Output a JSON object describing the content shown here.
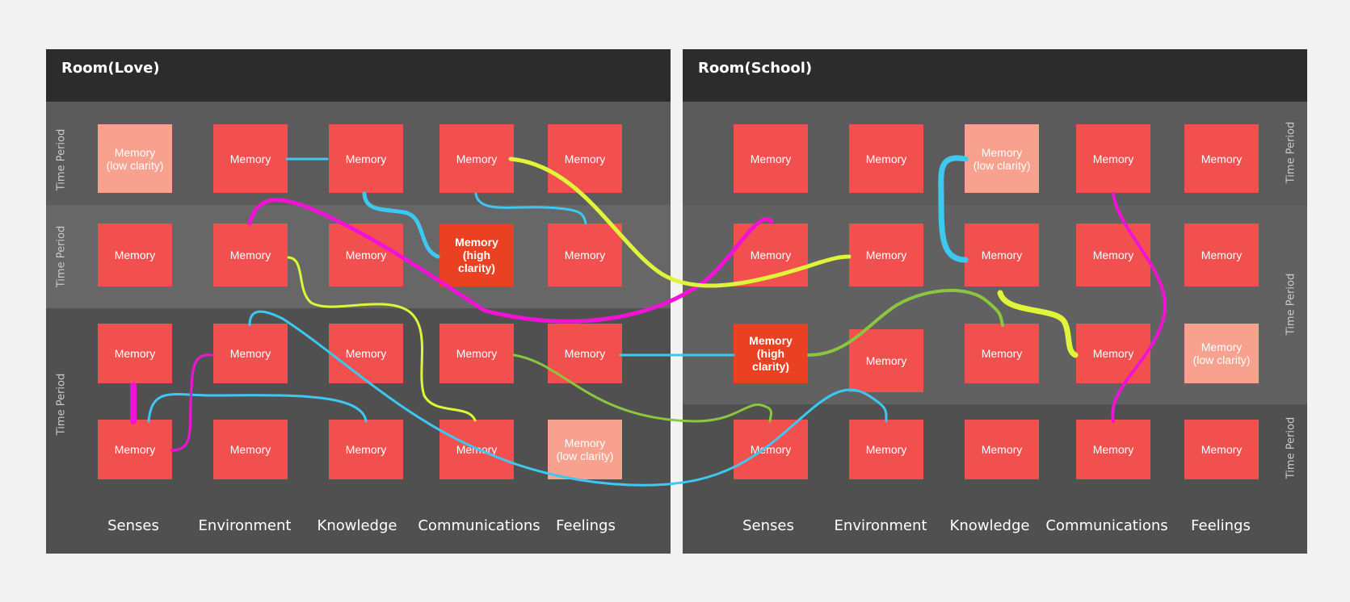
{
  "rooms": [
    {
      "title": "Room(Love)",
      "time_period_label": "Time Period",
      "columns": [
        "Senses",
        "Environment",
        "Knowledge",
        "Communications",
        "Feelings"
      ],
      "memories": [
        [
          {
            "label": "Memory\n(low clarity)",
            "clarity": "low"
          },
          {
            "label": "Memory",
            "clarity": "normal"
          },
          {
            "label": "Memory",
            "clarity": "normal"
          },
          {
            "label": "Memory",
            "clarity": "normal"
          },
          {
            "label": "Memory",
            "clarity": "normal"
          }
        ],
        [
          {
            "label": "Memory",
            "clarity": "normal"
          },
          {
            "label": "Memory",
            "clarity": "normal"
          },
          {
            "label": "Memory",
            "clarity": "normal"
          },
          {
            "label": "Memory\n(high\nclarity)",
            "clarity": "high"
          },
          {
            "label": "Memory",
            "clarity": "normal"
          }
        ],
        [
          {
            "label": "Memory",
            "clarity": "normal"
          },
          {
            "label": "Memory",
            "clarity": "normal"
          },
          {
            "label": "Memory",
            "clarity": "normal"
          },
          {
            "label": "Memory",
            "clarity": "normal"
          },
          {
            "label": "Memory",
            "clarity": "normal"
          }
        ],
        [
          {
            "label": "Memory",
            "clarity": "normal"
          },
          {
            "label": "Memory",
            "clarity": "normal"
          },
          {
            "label": "Memory",
            "clarity": "normal"
          },
          {
            "label": "Memory",
            "clarity": "normal"
          },
          {
            "label": "Memory\n(low clarity)",
            "clarity": "low"
          }
        ]
      ]
    },
    {
      "title": "Room(School)",
      "time_period_label": "Time Period",
      "columns": [
        "Senses",
        "Environment",
        "Knowledge",
        "Communications",
        "Feelings"
      ],
      "memories": [
        [
          {
            "label": "Memory",
            "clarity": "normal"
          },
          {
            "label": "Memory",
            "clarity": "normal"
          },
          {
            "label": "Memory\n(low clarity)",
            "clarity": "low"
          },
          {
            "label": "Memory",
            "clarity": "normal"
          },
          {
            "label": "Memory",
            "clarity": "normal"
          }
        ],
        [
          {
            "label": "Memory",
            "clarity": "normal"
          },
          {
            "label": "Memory",
            "clarity": "normal"
          },
          {
            "label": "Memory",
            "clarity": "normal"
          },
          {
            "label": "Memory",
            "clarity": "normal"
          },
          {
            "label": "Memory",
            "clarity": "normal"
          }
        ],
        [
          {
            "label": "Memory\n(high\nclarity)",
            "clarity": "high"
          },
          {
            "label": "Memory",
            "clarity": "normal"
          },
          {
            "label": "Memory",
            "clarity": "normal"
          },
          {
            "label": "Memory",
            "clarity": "normal"
          },
          {
            "label": "Memory\n(low clarity)",
            "clarity": "low"
          }
        ],
        [
          {
            "label": "Memory",
            "clarity": "normal"
          },
          {
            "label": "Memory",
            "clarity": "normal"
          },
          {
            "label": "Memory",
            "clarity": "normal"
          },
          {
            "label": "Memory",
            "clarity": "normal"
          },
          {
            "label": "Memory",
            "clarity": "normal"
          }
        ]
      ]
    }
  ],
  "colors": {
    "background": "#f2f2f2",
    "panel_header": "#2c2c2c",
    "memory": "#f2504e",
    "memory_low_clarity": "#f8a18e",
    "memory_high_clarity": "#ea4122",
    "connector_blue": "#3cc8f0",
    "connector_magenta": "#f212d6",
    "connector_yellow_green": "#e0f53a",
    "connector_green": "#8cc63f"
  }
}
